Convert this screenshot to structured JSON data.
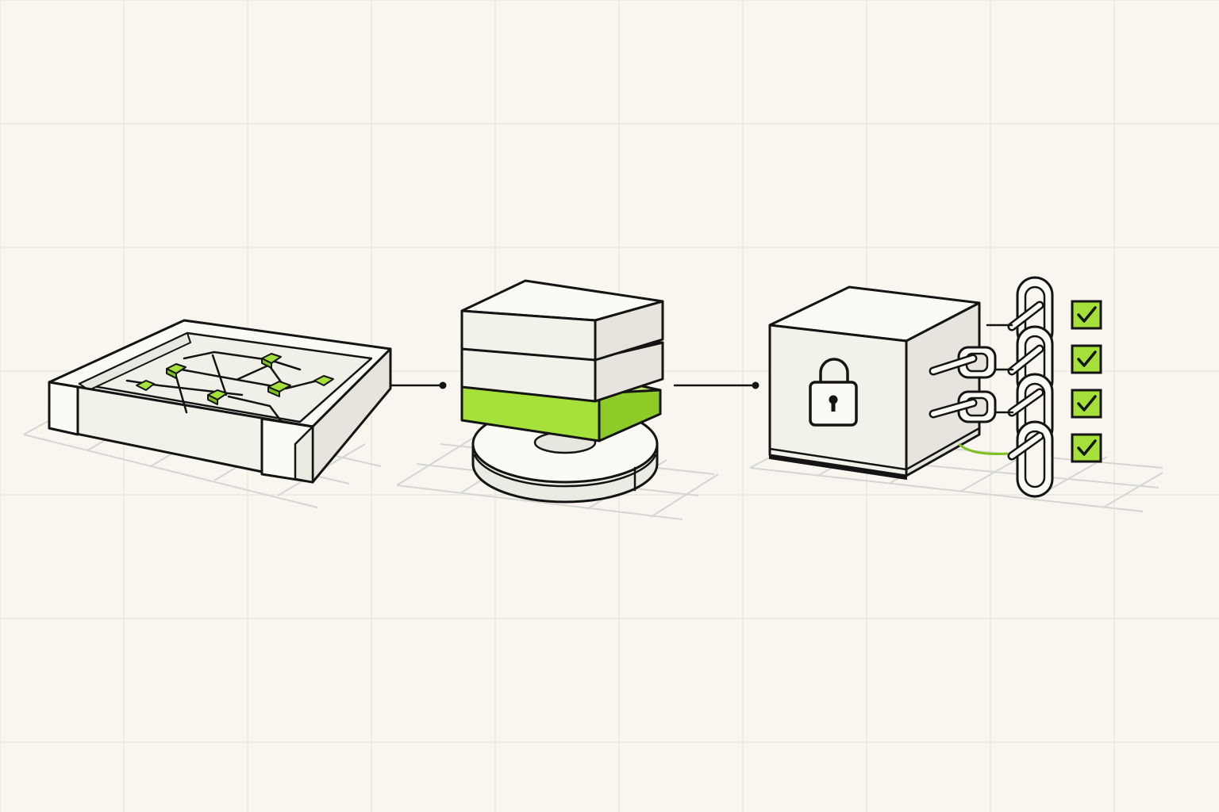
{
  "diagram": {
    "stages": [
      {
        "id": "tray",
        "icon": "component-tray-icon"
      },
      {
        "id": "stack",
        "icon": "layered-storage-stack-icon"
      },
      {
        "id": "vault",
        "icon": "locked-vault-box-icon"
      }
    ],
    "connectors": [
      {
        "from": "tray",
        "to": "stack"
      },
      {
        "from": "stack",
        "to": "vault"
      }
    ],
    "checks": {
      "count": 4,
      "icon": "checkmark-icon"
    }
  },
  "colors": {
    "background": "#f8f6ee",
    "grid": "#e9e7de",
    "floor_grid": "#d6d6d0",
    "ink": "#141414",
    "accent": "#a6e03a",
    "accent_dark": "#7fbf1f",
    "face_light": "#fbfaf5",
    "face_mid": "#f0efe8",
    "face_dark": "#e4e2da"
  }
}
